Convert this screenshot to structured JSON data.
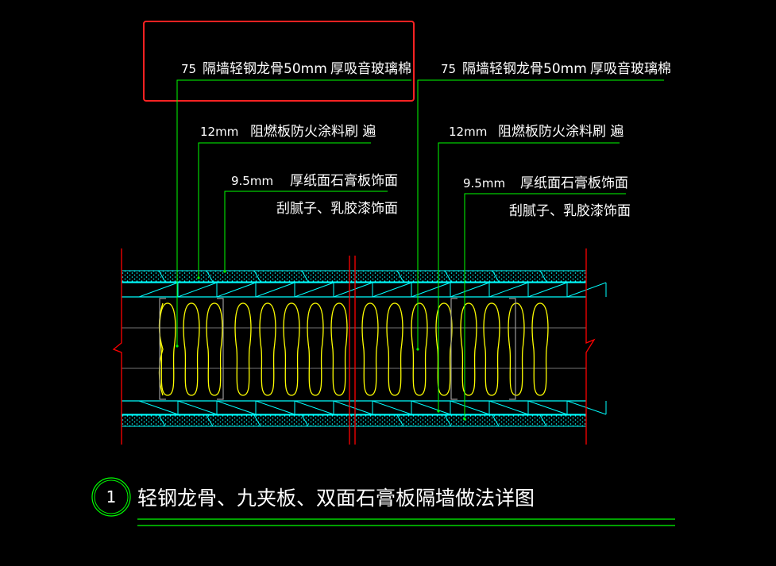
{
  "colors": {
    "background": "#000000",
    "text": "#ffffff",
    "leader": "#00ff00",
    "board": "#00ffff",
    "insulation": "#ffff00",
    "edge": "#ff0000",
    "highlight": "#ff2222",
    "stud": "#9a9a9a"
  },
  "annotations": {
    "left": {
      "stud_size": "75",
      "stud_desc": "隔墙轻钢龙骨50mm",
      "stud_fill": "厚吸音玻璃棉",
      "board_size": "12mm",
      "board_desc": "阻燃板防火涂料刷 遍",
      "gypsum_size": "9.5mm",
      "gypsum_desc": "厚纸面石膏板饰面",
      "finish_desc": "刮腻子、乳胶漆饰面"
    },
    "right": {
      "stud_size": "75",
      "stud_desc": "隔墙轻钢龙骨50mm",
      "stud_fill": "厚吸音玻璃棉",
      "board_size": "12mm",
      "board_desc": "阻燃板防火涂料刷 遍",
      "gypsum_size": "9.5mm",
      "gypsum_desc": "厚纸面石膏板饰面",
      "finish_desc": "刮腻子、乳胶漆饰面"
    }
  },
  "title": {
    "number": "1",
    "text": "轻钢龙骨、九夹板、双面石膏板隔墙做法详图"
  }
}
